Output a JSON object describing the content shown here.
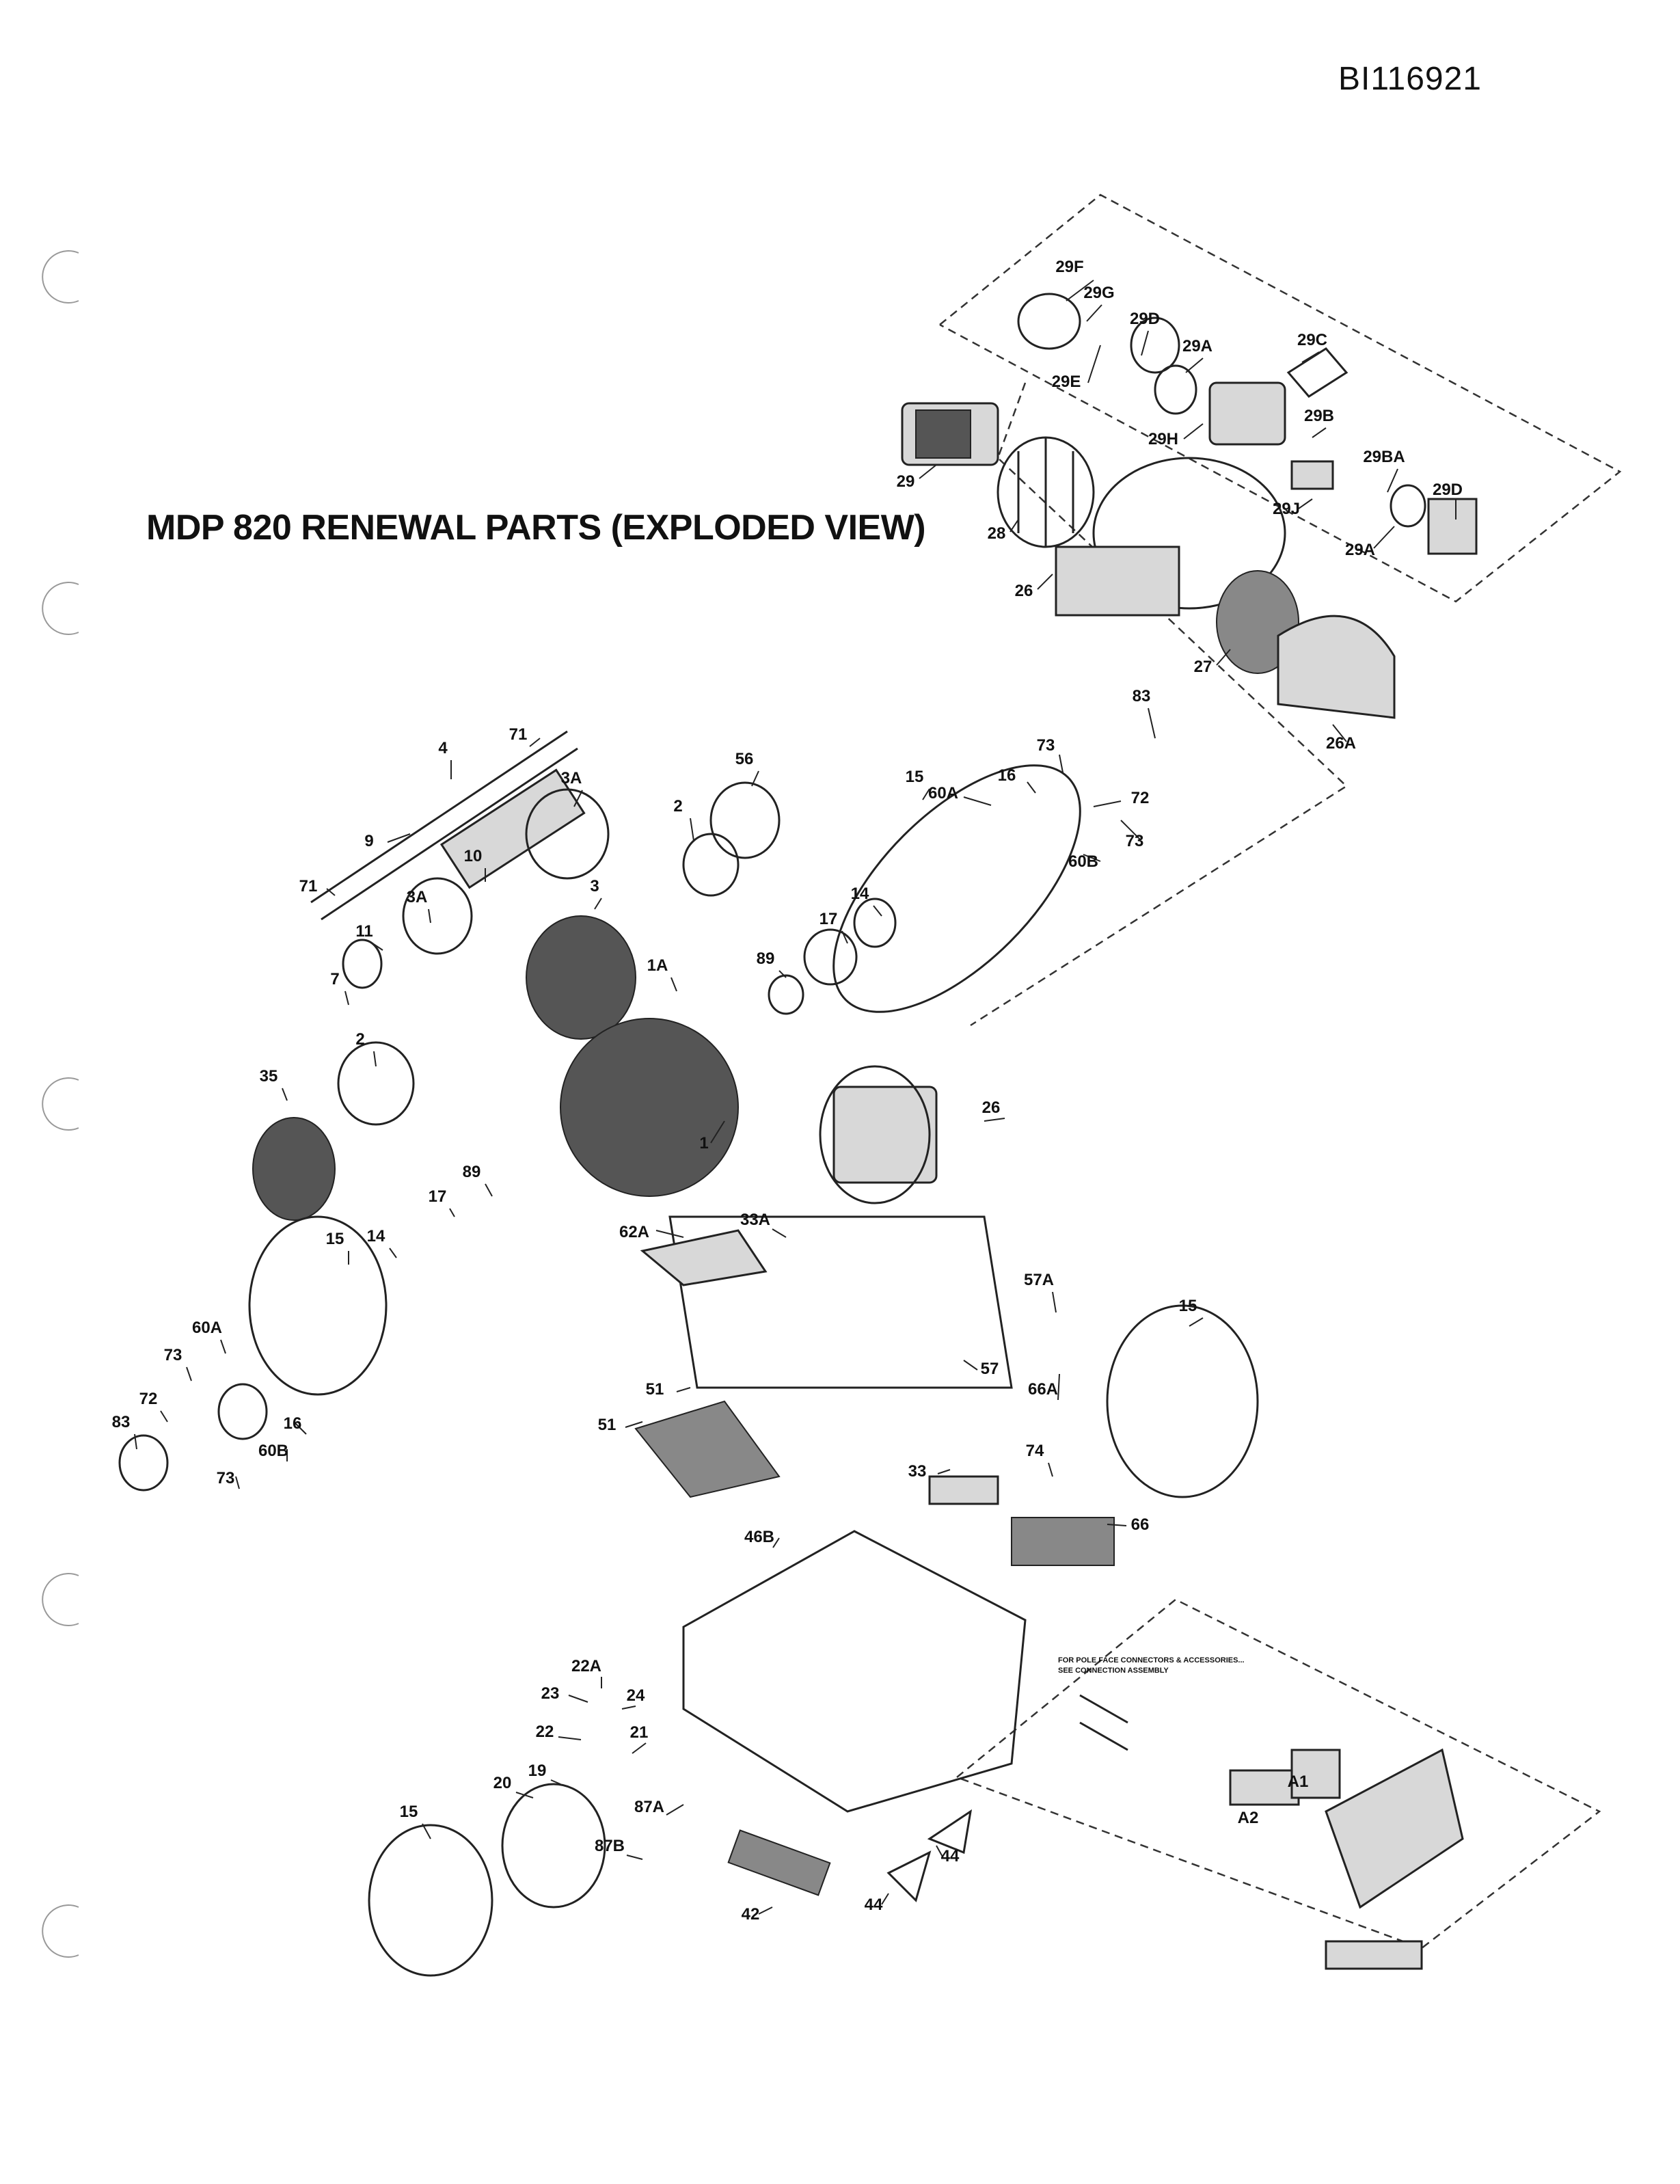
{
  "document_id": "BI116921",
  "title": "MDP 820 RENEWAL PARTS (EXPLODED VIEW)",
  "connection_note_line1": "FOR POLE FACE CONNECTORS & ACCESSORIES...",
  "connection_note_line2": "SEE CONNECTION ASSEMBLY",
  "callouts": [
    "29F",
    "29G",
    "29D",
    "29A",
    "29C",
    "29E",
    "29B",
    "29H",
    "29BA",
    "29",
    "28",
    "29J",
    "29D",
    "29A",
    "26",
    "27",
    "26A",
    "83",
    "73",
    "72",
    "73",
    "60B",
    "16",
    "60A",
    "15",
    "56",
    "2",
    "3A",
    "71",
    "4",
    "9",
    "10",
    "71",
    "3A",
    "3",
    "11",
    "7",
    "17",
    "14",
    "89",
    "1A",
    "2",
    "35",
    "1",
    "26",
    "89",
    "17",
    "14",
    "15",
    "62A",
    "33A",
    "57A",
    "15",
    "60A",
    "73",
    "72",
    "83",
    "16",
    "60B",
    "73",
    "51",
    "51",
    "57",
    "66A",
    "33",
    "74",
    "66",
    "46B",
    "22A",
    "23",
    "24",
    "22",
    "21",
    "19",
    "20",
    "87A",
    "87B",
    "15",
    "42",
    "44",
    "44",
    "A1",
    "A2"
  ]
}
